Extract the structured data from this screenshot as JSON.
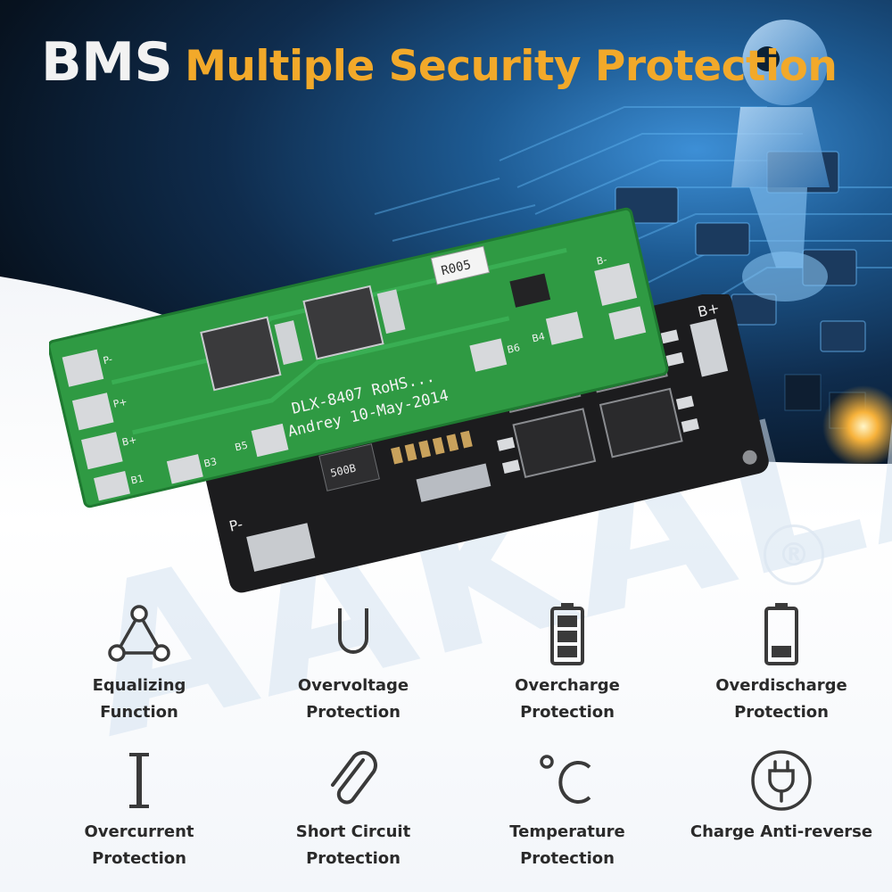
{
  "header": {
    "brand": "BMS",
    "title": "Multiple Security Protection"
  },
  "colors": {
    "brand": "#f2f2f2",
    "title": "#f2a92a",
    "hero_dark": "#07121f",
    "hero_glow": "#3d8fd6",
    "pcb_green": "#2f9a43",
    "pcb_black": "#1c1c1e",
    "icon": "#3a3a3a"
  },
  "green_board": {
    "markings": {
      "model": "DLX-8407 RoHS...",
      "author_date": "Andrey 10-May-2014",
      "resistor": "R005",
      "pads": [
        "P-",
        "P+",
        "B+",
        "B1",
        "B3",
        "B5",
        "B6",
        "B4",
        "B-"
      ]
    }
  },
  "black_board": {
    "markings": {
      "pads": [
        "P-",
        "B+"
      ],
      "resistor": "500B"
    }
  },
  "watermark": {
    "text": "AAKALA",
    "registered": "®"
  },
  "features": [
    {
      "icon": "triangle-nodes-icon",
      "line1": "Equalizing",
      "line2": "Function"
    },
    {
      "icon": "u-magnet-icon",
      "line1": "Overvoltage",
      "line2": "Protection"
    },
    {
      "icon": "full-battery-icon",
      "line1": "Overcharge",
      "line2": "Protection"
    },
    {
      "icon": "low-battery-icon",
      "line1": "Overdischarge",
      "line2": "Protection"
    },
    {
      "icon": "current-i-icon",
      "line1": "Overcurrent",
      "line2": "Protection"
    },
    {
      "icon": "paperclip-icon",
      "line1": "Short Circuit",
      "line2": "Protection"
    },
    {
      "icon": "celsius-icon",
      "line1": "Temperature",
      "line2": "Protection"
    },
    {
      "icon": "plug-icon",
      "line1": "Charge Anti-reverse",
      "line2": ""
    }
  ]
}
